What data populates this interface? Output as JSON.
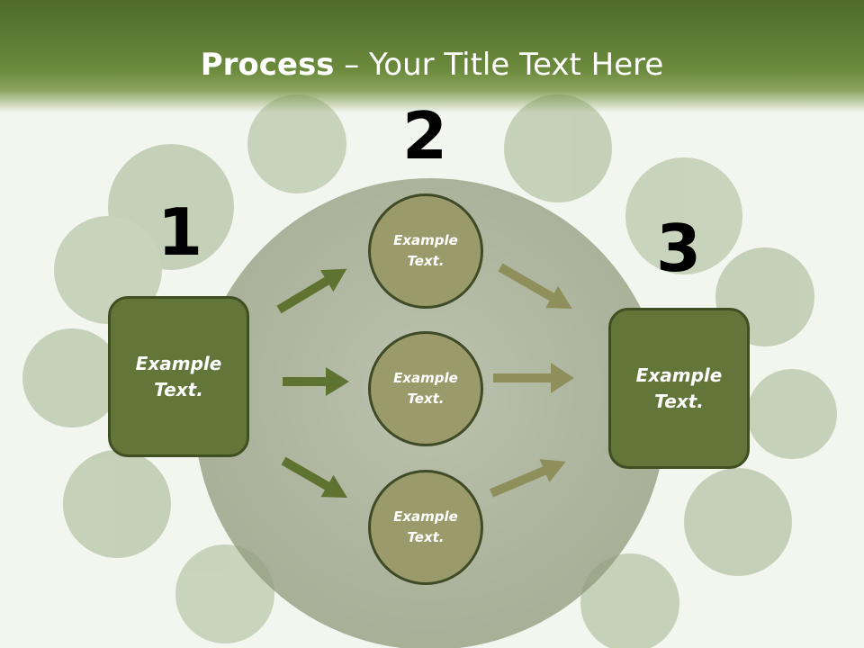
{
  "title": {
    "bold": "Process",
    "rest": " – Your Title Text Here"
  },
  "steps": [
    {
      "number": "1",
      "label": "Example\nText."
    },
    {
      "number": "2"
    },
    {
      "number": "3",
      "label": "Example\nText."
    }
  ],
  "circles": [
    {
      "label": "Example\nText."
    },
    {
      "label": "Example\nText."
    },
    {
      "label": "Example\nText."
    }
  ],
  "colors": {
    "title_bar": "#5e7b33",
    "box_fill": "#62763a",
    "circle_fill": "#9b9a6a",
    "arrow_left": "#5e7330",
    "arrow_right": "#8f8f5c"
  }
}
